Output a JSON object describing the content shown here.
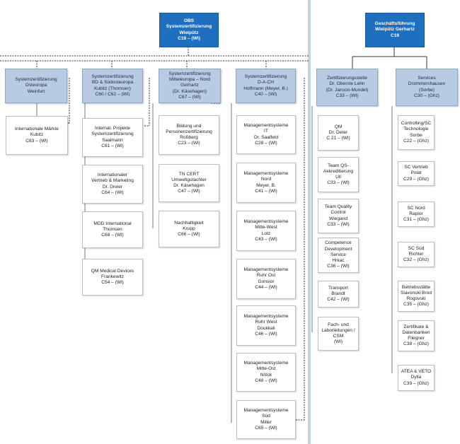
{
  "top": {
    "obs": "OBS\nSystemzertifizierung\nWielpütz\nC18 – (Wl)",
    "gf": "Geschäftsführung\nWielpütz     Gerhartz\nC19"
  },
  "heads": {
    "osteuropa": "Systemzertifizierung\nOsteuropa\nWeinfurt",
    "bd": "Systemzertifizierung\nBD & Südosteuropa\nKubitz (Thomsen)\nC60 / C62 – (Wl)",
    "mitteleuropa": "Systemzertifizierung\nMitteleuropa – Nord\nGerhartz\n(Dr. Käsehagen)\nC67 – (Wl)",
    "dach": "Systemzertifizierung\nD-A-CH\nHoffmann (Meyer, B.)\nC40 – (Wl)",
    "zert": "Zertifizierungsstelle\nDr. Oberste Lehn\n(Dr. Janson-Mundel)\nC33 – (Wl)",
    "services": "Services\nDrommershausen\n(Sorbe)\nC30 – (Ghz)"
  },
  "col1": [
    "Internationale Märkte\nKubitz\nC63 – (Wl)"
  ],
  "col2": [
    "Internat. Projekte\nSystemzertifizierung\nSaalmann\nC61 – (Wl)",
    "Internationaler\nVertrieb & Marketing\nDr. Dreier\nC64 – (Wl)",
    "MDD International\nThomsen\nC68 – (Wl)",
    "QM Medical Devices\nFrankewitz\nC54 – (Wl)"
  ],
  "col3": [
    "Bildung und\nPersonenzertifizierung\nRoßberg\nC23 – (Wl)",
    "TN CERT\nUmweltgutachter\nDr. Käsehagen\nC47 – (Wl)",
    "Nachhaltigkeit\nKrupp\nC66 – (Wl)"
  ],
  "col4": [
    "Managementsysteme\nIT\nDr. Saalfeld\nC28 – (Wl)",
    "Managementsysteme\nNord\nMeyer, B.\nC41 – (Wl)",
    "Managementsysteme\nMitte-West\nLotz\nC43 – (Wl)",
    "Managementsysteme\nRuhr Ost\nGonsior\nC44 – (Wl)",
    "Managementsysteme\nRuhr West\nDoukkali\nC46 – (Wl)",
    "Managementsysteme\nMitte-Ost\nNölck\nC48 – (Wl)",
    "Managementsysteme\nSüd\nMiller\nC65 – (Wl)"
  ],
  "col5": [
    "QM\nDr. Deter\nC 21 – (Wl)",
    "Team QS-\nAkkreditierung\nUll\nC33 – (Wl)",
    "Team Quality\nControl\nWiegand\nC33 – (Wl)",
    "Competence\nDevelopment\nService\nHrkac\nC36 – (Wl)",
    "Transport\nBrandt\nC42 – (Wl)",
    "Fach- und\nLaborleitungen /\nCSM\n(Wl)"
  ],
  "col6": [
    "Controlling/SC\nTechnologie\nSorbe\nC22 – (Ghz)",
    "SC Vertrieb\nPolat\nC29 – (Ghz)",
    "SC Nord\nRapior\nC31 – (Ghz)",
    "SC Süd\nRichter\nC32 – (Ghz)",
    "Betriebsstätte\nSlavonski Brod\nRogovski\nC35 – (Ghz)",
    "Zertifikate &\nDatenbanken\nFliegner\nC38 – (Ghz)",
    "ATEA & VETO\nDylla\nC39 – (Ghz)"
  ]
}
